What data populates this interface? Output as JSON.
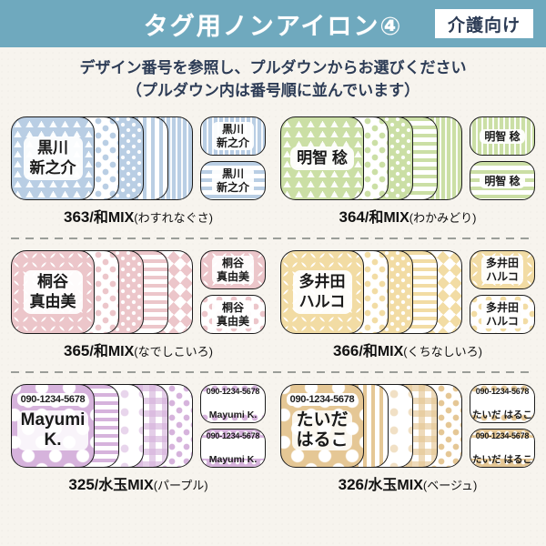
{
  "header": {
    "title": "タグ用ノンアイロン④",
    "badge": "介護向け",
    "bar_color": "#6FA9BE",
    "text_color": "#2D3C56"
  },
  "instructions": {
    "line1": "デザイン番号を参照し、プルダウンからお選びください",
    "line2": "（プルダウン内は番号順に並んでいます）"
  },
  "groups": [
    {
      "id": "363",
      "caption": {
        "number": "363",
        "type": "/和MIX",
        "color": "(わすれなぐさ)"
      },
      "main_name": "黒川\n新之介",
      "mini1": "黒川\n新之介",
      "mini2": "黒川\n新之介",
      "palette": "#B9CEE4",
      "patterns": [
        "uroko-scales",
        "polka-dots",
        "small-dots",
        "vertical-stripes",
        "yagasuri-arrow"
      ]
    },
    {
      "id": "364",
      "caption": {
        "number": "364",
        "type": "/和MIX",
        "color": "(わかみどり)"
      },
      "main_name": "明智 稔",
      "mini1": "明智 稔",
      "mini2": "明智 稔",
      "palette": "#CBDFA5",
      "patterns": [
        "uroko-scales",
        "polka-dots",
        "small-dots",
        "horizontal-stripes",
        "yagasuri-arrow"
      ]
    },
    {
      "id": "365",
      "caption": {
        "number": "365",
        "type": "/和MIX",
        "color": "(なでしこいろ)"
      },
      "main_name": "桐谷\n真由美",
      "mini1": "桐谷\n真由美",
      "mini2": "桐谷\n真由美",
      "palette": "#ECC6CA",
      "patterns": [
        "shippo-circles",
        "polka-dots",
        "small-dots",
        "horizontal-stripes",
        "diamond-lattice"
      ]
    },
    {
      "id": "366",
      "caption": {
        "number": "366",
        "type": "/和MIX",
        "color": "(くちなしいろ)"
      },
      "main_name": "多井田\nハルコ",
      "mini1": "多井田\nハルコ",
      "mini2": "多井田\nハルコ",
      "palette": "#F2DCA4",
      "patterns": [
        "shippo-circles",
        "polka-dots",
        "small-dots",
        "horizontal-stripes",
        "diamond-lattice"
      ]
    },
    {
      "id": "325",
      "caption": {
        "number": "325",
        "type": "/水玉MIX",
        "color": "(パープル)"
      },
      "phone": "090-1234-5678",
      "main_name": "Mayumi\nK.",
      "mini_phone": "090-1234-5678",
      "mini_name": "Mayumi K.",
      "palette": "#D6B3DC",
      "patterns": [
        "big-white-dots",
        "horizontal-stripes",
        "edge-dots",
        "gingham-check",
        "polka-dots"
      ]
    },
    {
      "id": "326",
      "caption": {
        "number": "326",
        "type": "/水玉MIX",
        "color": "(ベージュ)"
      },
      "phone": "090-1234-5678",
      "main_name": "たいだ\nはるこ",
      "mini_phone": "090-1234-5678",
      "mini_name": "たいだ はるこ",
      "palette": "#E5C795",
      "patterns": [
        "big-white-dots",
        "vertical-stripes",
        "edge-dots",
        "gingham-check",
        "polka-dots"
      ]
    }
  ]
}
